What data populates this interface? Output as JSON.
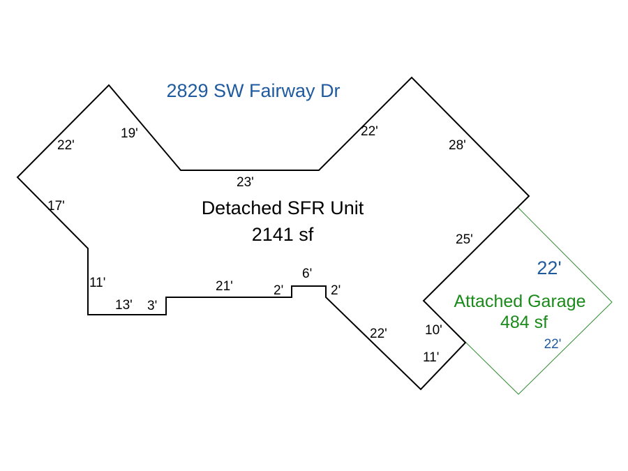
{
  "address": "2829 SW Fairway Dr",
  "house": {
    "name": "Detached SFR Unit",
    "area": "2141 sf"
  },
  "garage": {
    "name": "Attached Garage",
    "area": "484 sf",
    "side_top": "22'",
    "side_bottom": "22'"
  },
  "dimensions": {
    "d1": "22'",
    "d2": "19'",
    "d3": "23'",
    "d4": "22'",
    "d5": "28'",
    "d6": "17'",
    "d7": "25'",
    "d8": "11'",
    "d9": "13'",
    "d10": "3'",
    "d11": "21'",
    "d12": "2'",
    "d13": "6'",
    "d14": "2'",
    "d15": "22'",
    "d16": "10'",
    "d17": "11'"
  },
  "colors": {
    "house_outline": "#000000",
    "garage_outline": "#2e8b2e",
    "address_text": "#1f5a9e",
    "garage_text": "#1a8a1a",
    "garage_dims": "#1f5a9e"
  }
}
